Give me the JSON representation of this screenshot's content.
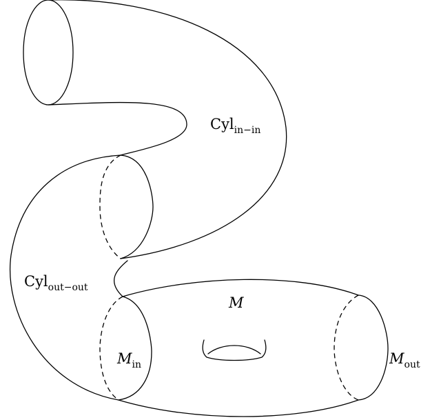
{
  "labels": {
    "cyl_in_in": {
      "base": "Cyl",
      "sub": "in−in"
    },
    "cyl_out_out": {
      "base": "Cyl",
      "sub": "out−out"
    },
    "m": {
      "base": "M"
    },
    "m_in": {
      "base": "M",
      "sub": "in"
    },
    "m_out": {
      "base": "M",
      "sub": "out"
    }
  }
}
